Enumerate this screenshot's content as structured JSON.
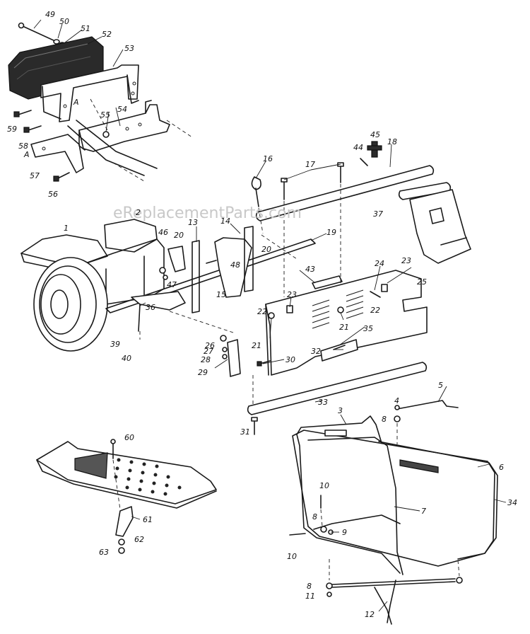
{
  "watermark": "eReplacementParts.com",
  "callouts": [
    {
      "id": "c49",
      "label": "49"
    },
    {
      "id": "c50",
      "label": "50"
    },
    {
      "id": "c51",
      "label": "51"
    },
    {
      "id": "c52",
      "label": "52"
    },
    {
      "id": "c53",
      "label": "53"
    },
    {
      "id": "c59",
      "label": "59"
    },
    {
      "id": "c58",
      "label": "58"
    },
    {
      "id": "c57",
      "label": "57"
    },
    {
      "id": "c56",
      "label": "56"
    },
    {
      "id": "c55",
      "label": "55"
    },
    {
      "id": "c54",
      "label": "54"
    },
    {
      "id": "cA1",
      "label": "A"
    },
    {
      "id": "cA2",
      "label": "A"
    },
    {
      "id": "c16",
      "label": "16"
    },
    {
      "id": "c17",
      "label": "17"
    },
    {
      "id": "c44",
      "label": "44"
    },
    {
      "id": "c45",
      "label": "45"
    },
    {
      "id": "c18",
      "label": "18"
    },
    {
      "id": "c37",
      "label": "37"
    },
    {
      "id": "c1",
      "label": "1"
    },
    {
      "id": "c2",
      "label": "2"
    },
    {
      "id": "c46",
      "label": "46"
    },
    {
      "id": "c20a",
      "label": "20"
    },
    {
      "id": "c13",
      "label": "13"
    },
    {
      "id": "c14",
      "label": "14"
    },
    {
      "id": "c20b",
      "label": "20"
    },
    {
      "id": "c19",
      "label": "19"
    },
    {
      "id": "c47",
      "label": "47"
    },
    {
      "id": "c48",
      "label": "48"
    },
    {
      "id": "c15",
      "label": "15"
    },
    {
      "id": "c43",
      "label": "43"
    },
    {
      "id": "c24",
      "label": "24"
    },
    {
      "id": "c23a",
      "label": "23"
    },
    {
      "id": "c23b",
      "label": "23"
    },
    {
      "id": "c25",
      "label": "25"
    },
    {
      "id": "c22a",
      "label": "22"
    },
    {
      "id": "c22b",
      "label": "22"
    },
    {
      "id": "c21a",
      "label": "21"
    },
    {
      "id": "c21b",
      "label": "21"
    },
    {
      "id": "c35",
      "label": "35"
    },
    {
      "id": "c36",
      "label": "36"
    },
    {
      "id": "c39",
      "label": "39"
    },
    {
      "id": "c40",
      "label": "40"
    },
    {
      "id": "c26",
      "label": "26"
    },
    {
      "id": "c27",
      "label": "27"
    },
    {
      "id": "c28",
      "label": "28"
    },
    {
      "id": "c29",
      "label": "29"
    },
    {
      "id": "c30",
      "label": "30"
    },
    {
      "id": "c32",
      "label": "32"
    },
    {
      "id": "c33",
      "label": "33"
    },
    {
      "id": "c31",
      "label": "31"
    },
    {
      "id": "c4",
      "label": "4"
    },
    {
      "id": "c5",
      "label": "5"
    },
    {
      "id": "c8a",
      "label": "8"
    },
    {
      "id": "c3",
      "label": "3"
    },
    {
      "id": "c60",
      "label": "60"
    },
    {
      "id": "c6",
      "label": "6"
    },
    {
      "id": "c34",
      "label": "34"
    },
    {
      "id": "c7",
      "label": "7"
    },
    {
      "id": "c10a",
      "label": "10"
    },
    {
      "id": "c8b",
      "label": "8"
    },
    {
      "id": "c9",
      "label": "9"
    },
    {
      "id": "c10b",
      "label": "10"
    },
    {
      "id": "c61",
      "label": "61"
    },
    {
      "id": "c62",
      "label": "62"
    },
    {
      "id": "c63",
      "label": "63"
    },
    {
      "id": "c8c",
      "label": "8"
    },
    {
      "id": "c11",
      "label": "11"
    },
    {
      "id": "c12",
      "label": "12"
    }
  ]
}
